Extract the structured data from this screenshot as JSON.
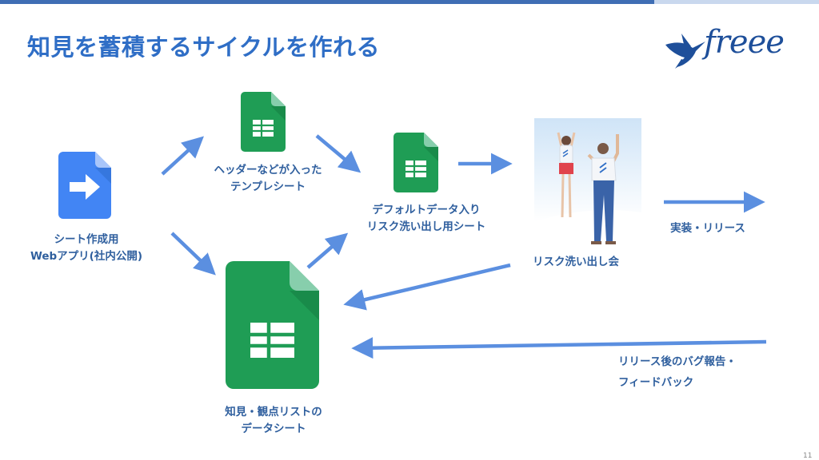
{
  "title": "知見を蓄積するサイクルを作れる",
  "logo": {
    "text": "freee",
    "icon": "swallow-bird-icon"
  },
  "nodes": {
    "web_app": {
      "line1": "シート作成用",
      "line2": "Webアプリ(社内公開)",
      "icon": "google-apps-script-icon"
    },
    "template": {
      "line1": "ヘッダーなどが入った",
      "line2": "テンプレシート",
      "icon": "google-sheets-icon"
    },
    "default_data": {
      "line1": "デフォルトデータ入り",
      "line2": "リスク洗い出し用シート",
      "icon": "google-sheets-icon"
    },
    "workshop": {
      "line1": "リスク洗い出し会",
      "icon": "people-photo"
    },
    "knowledge_sheet": {
      "line1": "知見・観点リストの",
      "line2": "データシート",
      "icon": "google-sheets-icon"
    },
    "release": {
      "line1": "実装・リリース"
    },
    "feedback": {
      "line1": "リリース後のバグ報告・",
      "line2": "フィードバック"
    }
  },
  "colors": {
    "title": "#2f6ec6",
    "arrow": "#5b8fe0",
    "sheets_green": "#1f9d55",
    "script_blue": "#4285f4",
    "label": "#2f5f9e"
  },
  "page_number": "11"
}
